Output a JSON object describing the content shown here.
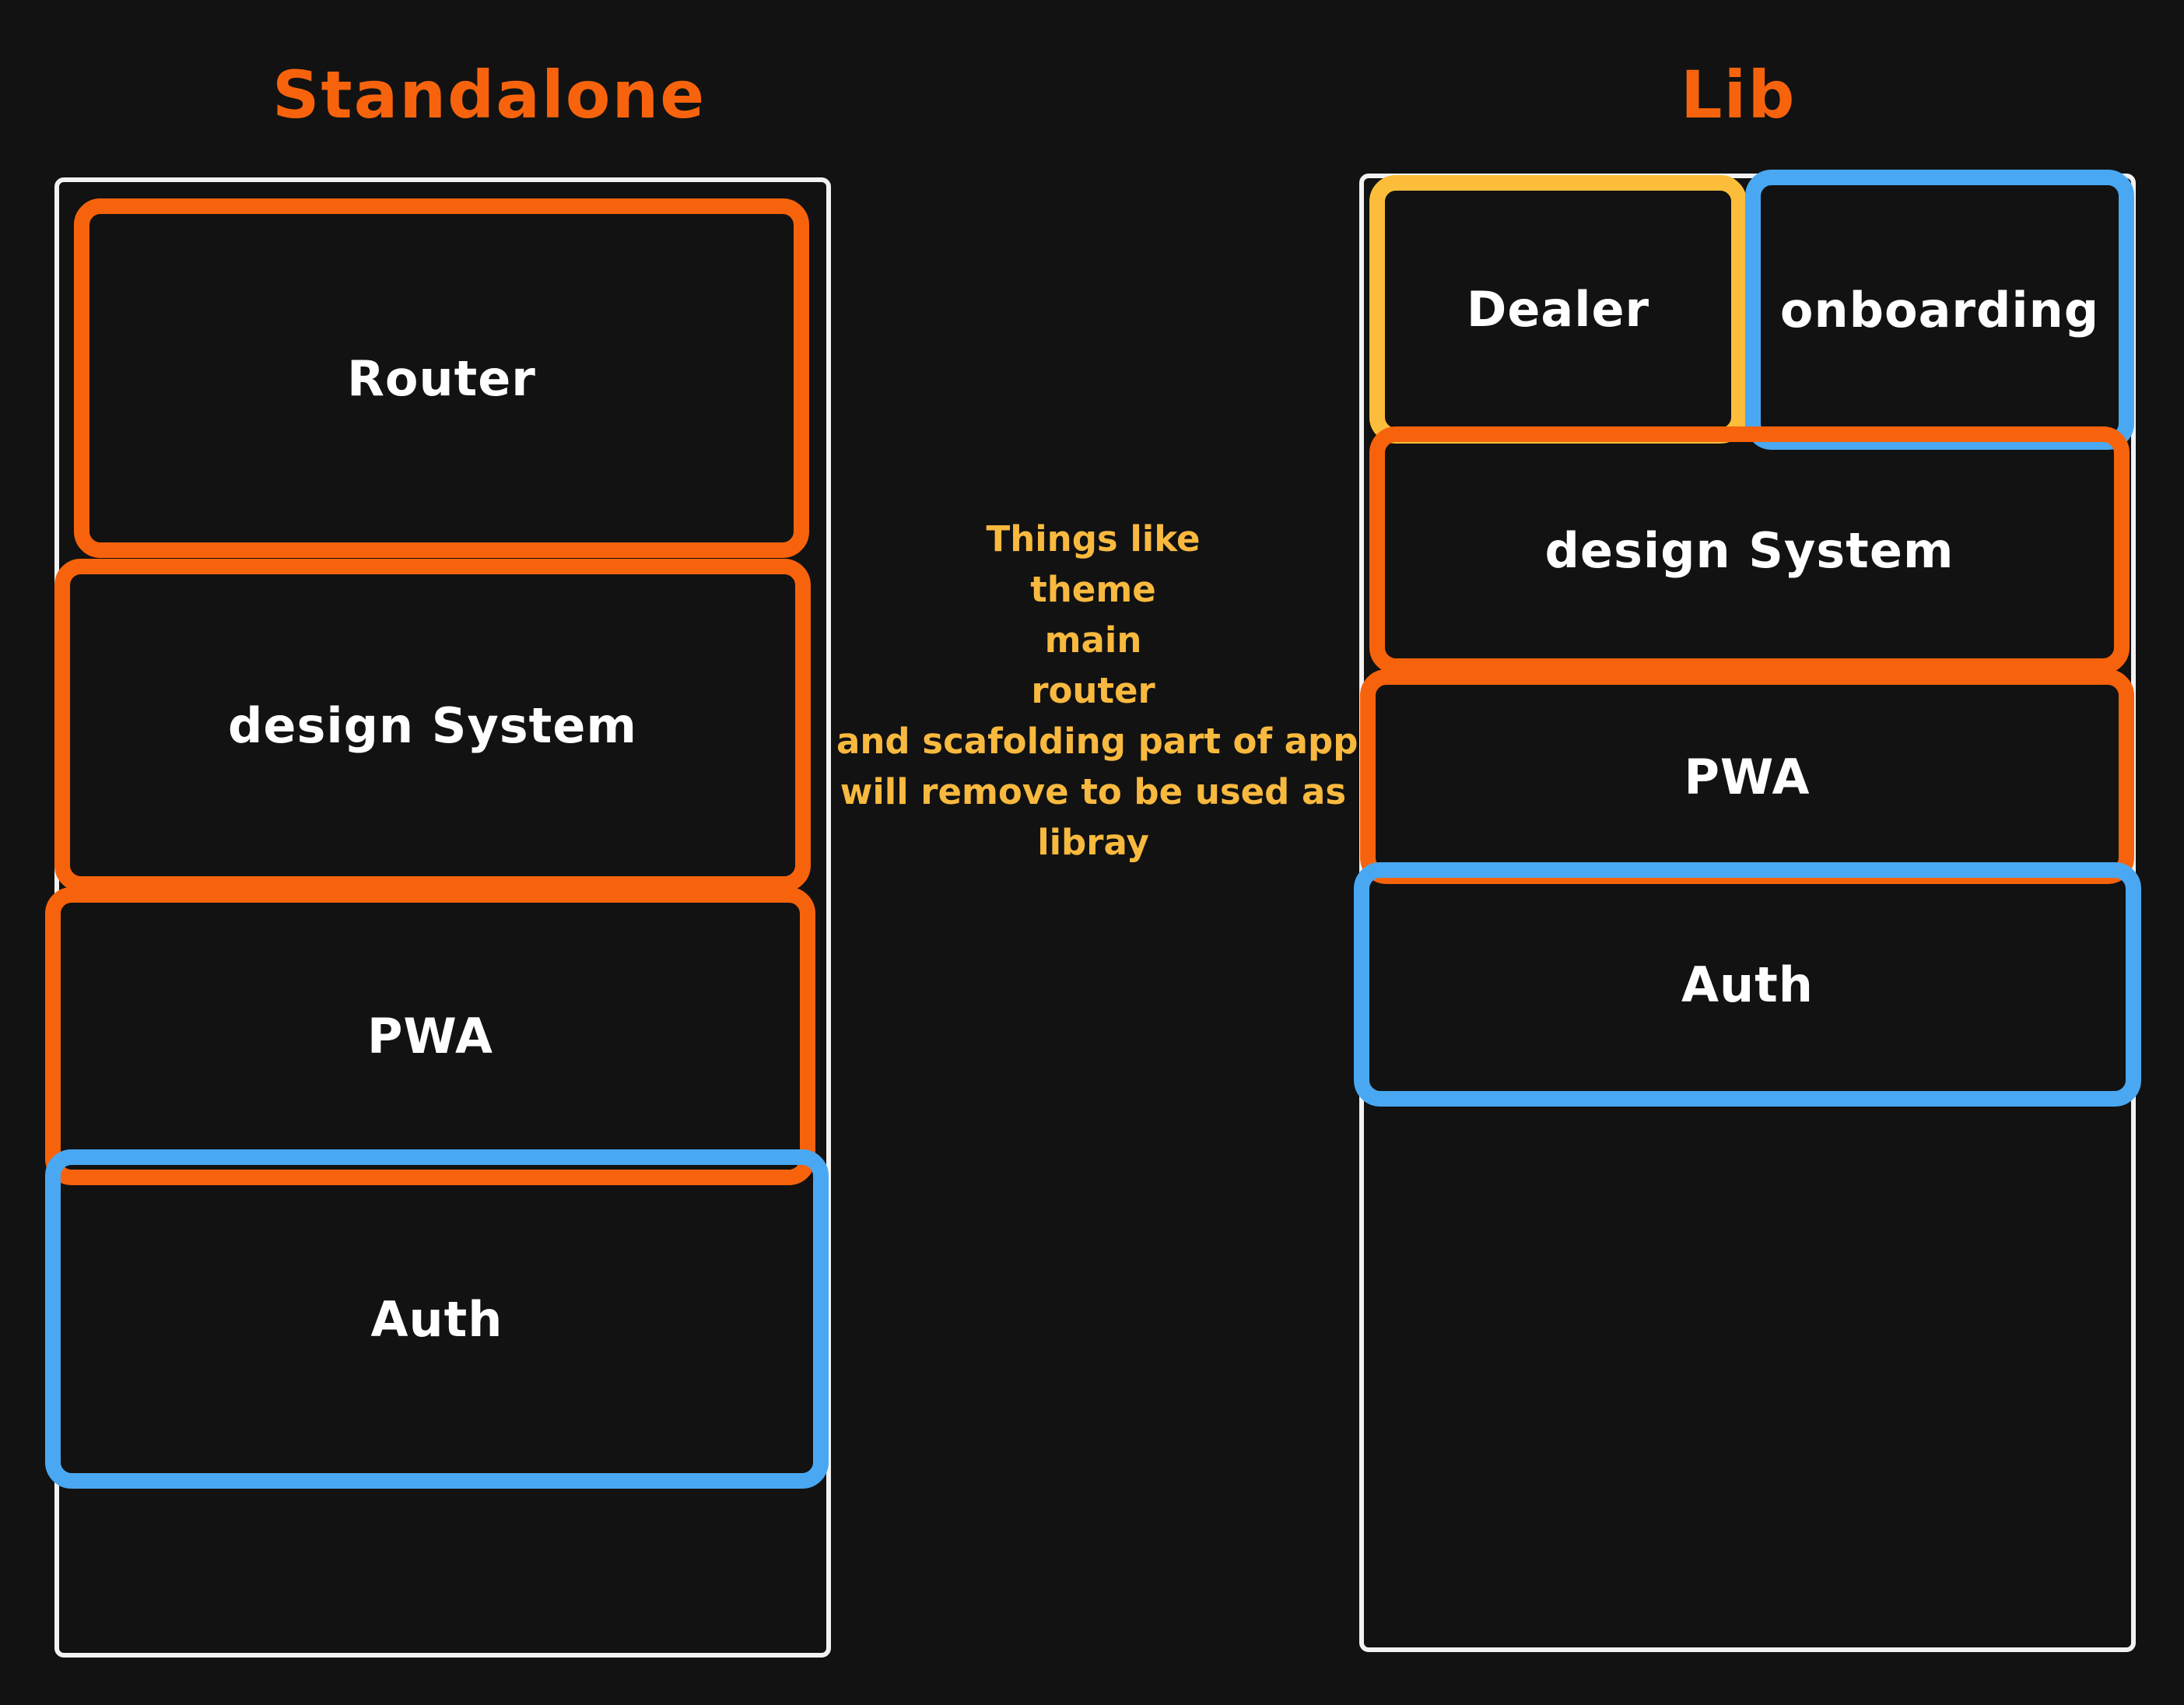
{
  "colors": {
    "background": "#121212",
    "title": "#f7630c",
    "orange": "#f7630c",
    "blue": "#4aa8f2",
    "yellow": "#fbbd3a",
    "annotation": "#f8b93f"
  },
  "standalone": {
    "title": "Standalone",
    "blocks": {
      "router": "Router",
      "design_system": "design System",
      "pwa": "PWA",
      "auth": "Auth"
    }
  },
  "lib": {
    "title": "Lib",
    "blocks": {
      "dealer": "Dealer",
      "onboarding": "onboarding",
      "design_system": "design System",
      "pwa": "PWA",
      "auth": "Auth"
    }
  },
  "annotation": {
    "lines": [
      "Things like",
      "theme",
      "main",
      "router",
      "and scafolding part of app",
      "will remove to be used as",
      "libray"
    ]
  }
}
